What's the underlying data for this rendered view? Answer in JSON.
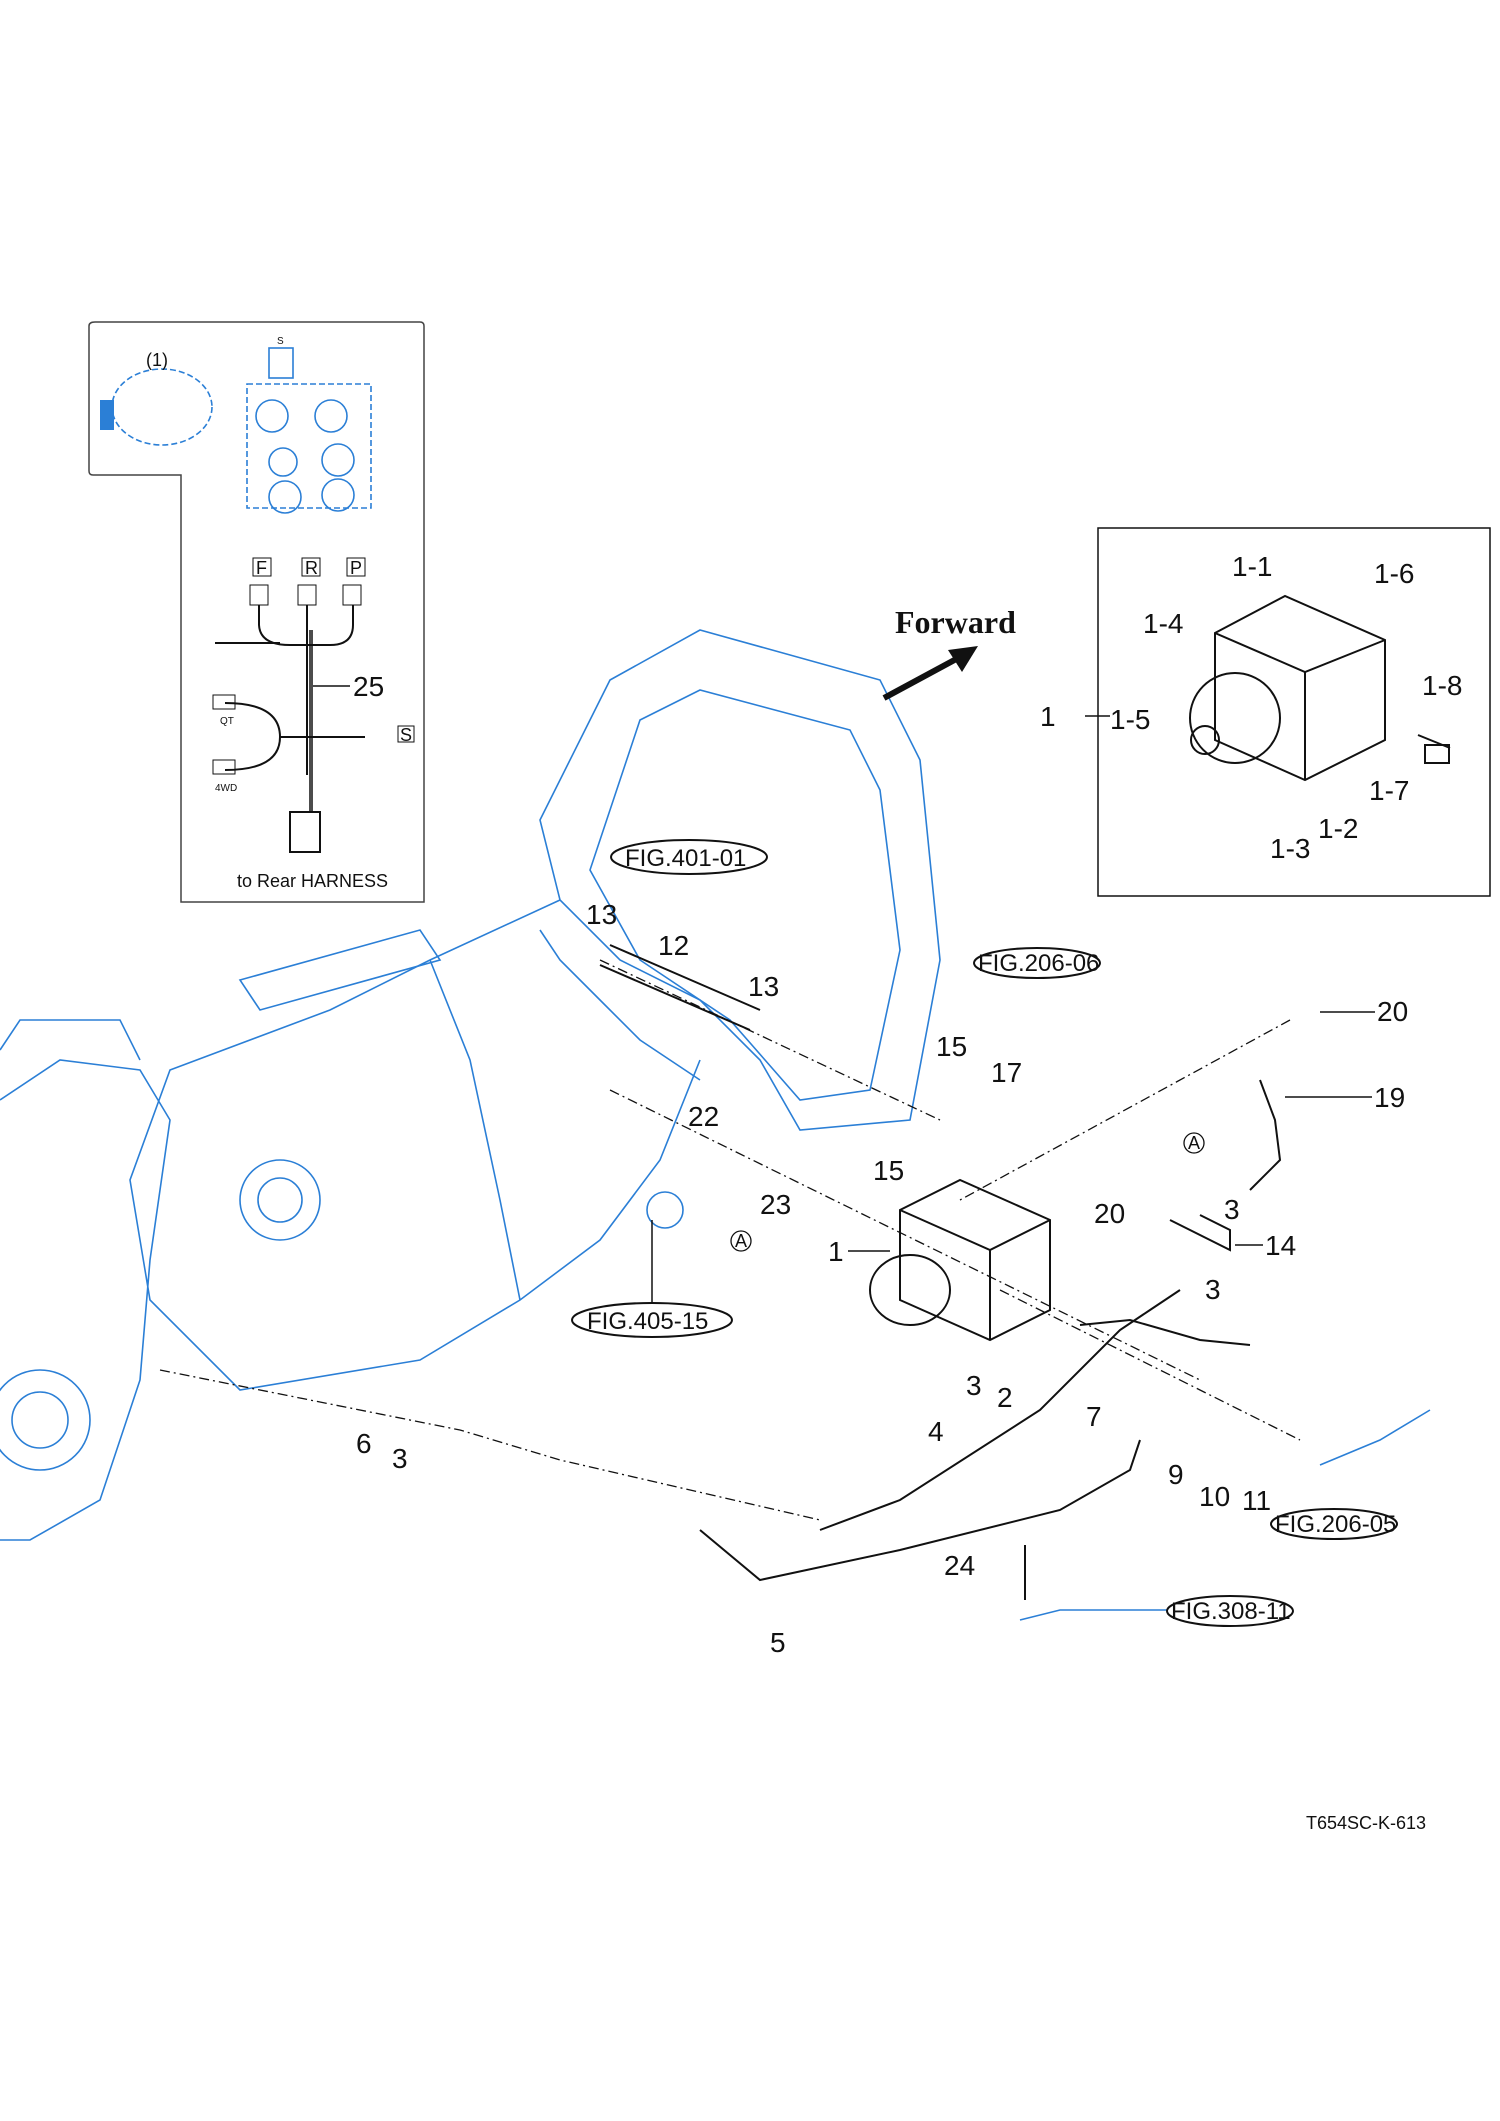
{
  "inset_harness": {
    "valve_ref": "(1)",
    "sensor_tag_top": "S",
    "connector_tags": [
      "F",
      "R",
      "P"
    ],
    "harness_part": "25",
    "branch_qt": "QT",
    "branch_4wd": "4WD",
    "sensor_tag": "S",
    "destination": "to Rear HARNESS"
  },
  "inset_valve": {
    "part": "1",
    "subparts": [
      "1-1",
      "1-2",
      "1-3",
      "1-4",
      "1-5",
      "1-6",
      "1-7",
      "1-8"
    ]
  },
  "direction_label": "Forward",
  "figure_refs": [
    "FIG.401-01",
    "FIG.206-06",
    "FIG.405-15",
    "FIG.206-05",
    "FIG.308-11"
  ],
  "callouts": {
    "p13a": "13",
    "p12": "12",
    "p13b": "13",
    "p15a": "15",
    "p17": "17",
    "p15b": "15",
    "p22": "22",
    "p23": "23",
    "p20a": "20",
    "p19": "19",
    "p3a": "3",
    "p20b": "20",
    "p14": "14",
    "p3b": "3",
    "p1": "1",
    "p3c": "3",
    "p2": "2",
    "p7": "7",
    "p4": "4",
    "p9": "9",
    "p10": "10",
    "p11": "11",
    "p6": "6",
    "p3d": "3",
    "p24": "24",
    "p5": "5"
  },
  "connection_marks": [
    "A",
    "A"
  ],
  "drawing_code": "T654SC-K-613",
  "colors": {
    "outline_blue": "#2b7fd6",
    "parts_black": "#111111"
  }
}
